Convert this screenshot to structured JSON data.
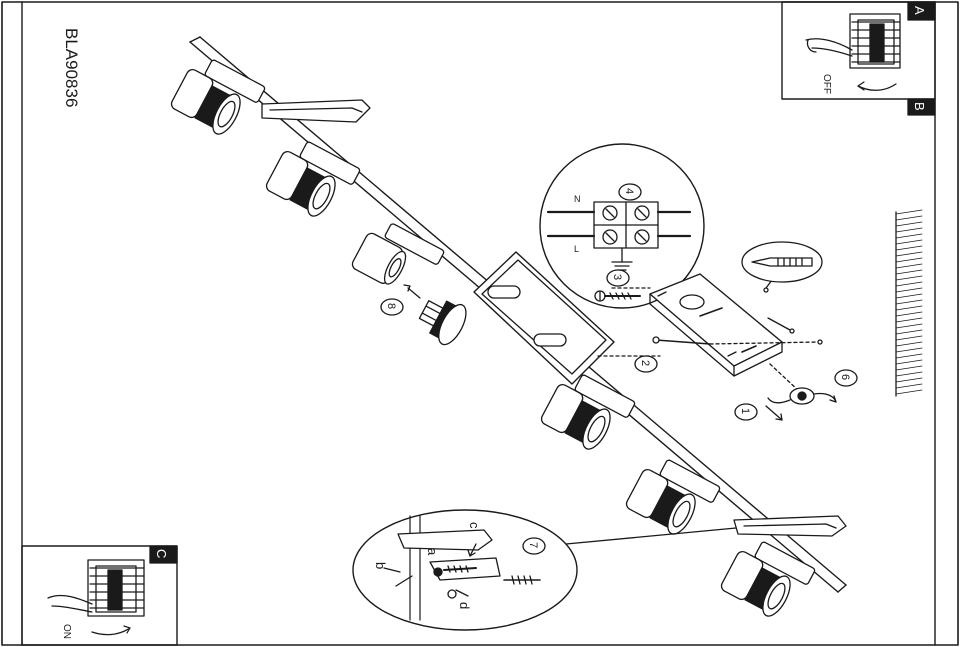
{
  "document": {
    "code": "BLA90836"
  },
  "panels": {
    "a": {
      "letter": "A",
      "caption": "OFF"
    },
    "b": {
      "letter": "B"
    },
    "c": {
      "letter": "C",
      "caption": "ON"
    }
  },
  "steps": {
    "s1": "1",
    "s2": "2",
    "s3": "3",
    "s4": "4",
    "s6": "6",
    "s7": "7",
    "s8": "8"
  },
  "detail": {
    "label_a": "a",
    "label_b": "b",
    "label_c": "c",
    "label_d": "d",
    "label_l": "L",
    "label_n": "N"
  }
}
